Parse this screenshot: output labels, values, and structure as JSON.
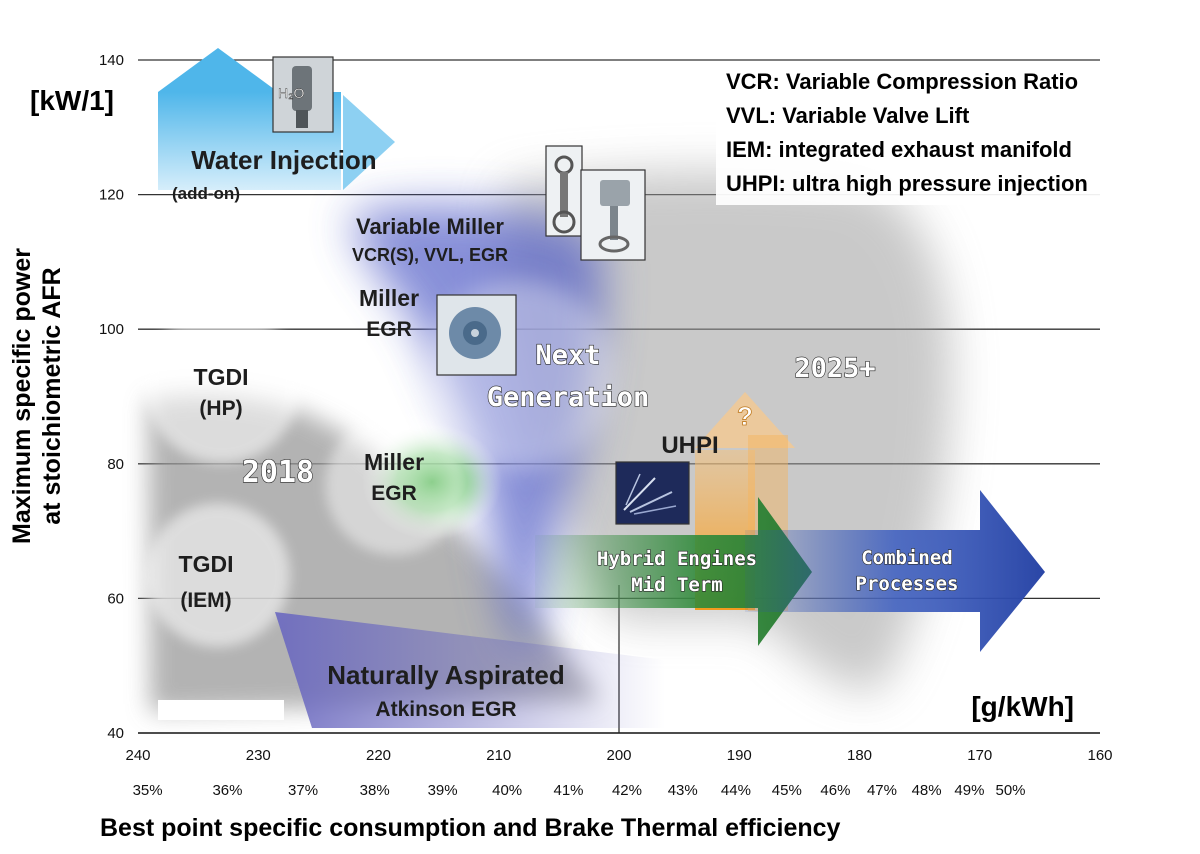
{
  "chart_data": {
    "type": "scatter",
    "xlabel": "Best point specific consumption and Brake Thermal efficiency",
    "ylabel_lines": [
      "Maximum specific power",
      "at stoichiometric AFR"
    ],
    "x_unit": "[g/kWh]",
    "y_unit": "[kW/1]",
    "xlim": [
      240,
      160
    ],
    "ylim": [
      40,
      140
    ],
    "x_ticks": [
      "240",
      "230",
      "220",
      "210",
      "200",
      "190",
      "180",
      "170",
      "160"
    ],
    "y_ticks": [
      "40",
      "60",
      "80",
      "100",
      "120",
      "140"
    ],
    "efficiency_ticks": [
      "35%",
      "36%",
      "37%",
      "38%",
      "39%",
      "40%",
      "41%",
      "42%",
      "43%",
      "44%",
      "45%",
      "46%",
      "47%",
      "48%",
      "49%",
      "50%"
    ],
    "grid": true,
    "legend_placement": "top-right",
    "legend_lines": [
      "VCR: Variable Compression Ratio",
      "VVL: Variable Valve Lift",
      "IEM: integrated exhaust manifold",
      "UHPI: ultra high pressure injection"
    ],
    "regions": [
      {
        "id": "water",
        "lines": [
          "Water Injection",
          "(add-on)"
        ],
        "x": 228,
        "y": 126,
        "color": "#5bb8e6"
      },
      {
        "id": "tgdi_hp",
        "lines": [
          "TGDI",
          "(HP)"
        ],
        "x": 233,
        "y": 91
      },
      {
        "id": "tgdi_iem",
        "lines": [
          "TGDI",
          "(IEM)"
        ],
        "x": 235,
        "y": 62
      },
      {
        "id": "y2018",
        "lines": [
          "2018"
        ],
        "x": 226,
        "y": 80
      },
      {
        "id": "miller_egr_green",
        "lines": [
          "Miller",
          "EGR"
        ],
        "x": 218,
        "y": 79,
        "color": "#3aa83a"
      },
      {
        "id": "miller_egr_top",
        "lines": [
          "Miller",
          "EGR"
        ],
        "x": 220,
        "y": 102
      },
      {
        "id": "variable_miller",
        "lines": [
          "Variable Miller",
          "VCR(S), VVL, EGR"
        ],
        "x": 213,
        "y": 115,
        "color": "#26307a"
      },
      {
        "id": "next_gen",
        "lines": [
          "Next",
          "Generation"
        ],
        "x": 205,
        "y": 93
      },
      {
        "id": "y2025",
        "lines": [
          "2025+"
        ],
        "x": 186,
        "y": 95
      },
      {
        "id": "uhpi",
        "lines": [
          "UHPI"
        ],
        "x": 193,
        "y": 82
      },
      {
        "id": "hybrid",
        "lines": [
          "Hybrid Engines",
          "Mid Term"
        ],
        "x": 194,
        "y": 64,
        "color": "#2f8a3a"
      },
      {
        "id": "combined",
        "lines": [
          "Combined",
          "Processes"
        ],
        "x": 179,
        "y": 64,
        "color": "#2e4fb0"
      },
      {
        "id": "na",
        "lines": [
          "Naturally Aspirated",
          "Atkinson EGR"
        ],
        "x": 215,
        "y": 46,
        "color": "#5a5ab0"
      }
    ],
    "image_labels": {
      "h2o": "H₂O",
      "question": "?"
    },
    "colors": {
      "grey_region": "#9a9a9a",
      "blue_region": "#5560c8",
      "green_region": "#3cb83c",
      "water_arrow": "#4fb6ea",
      "orange_arrow": "#f39a1e",
      "green_arrow": "#2f8a3a",
      "blue_arrow": "#2e4fb0",
      "na_region": "#6a68c0"
    }
  }
}
